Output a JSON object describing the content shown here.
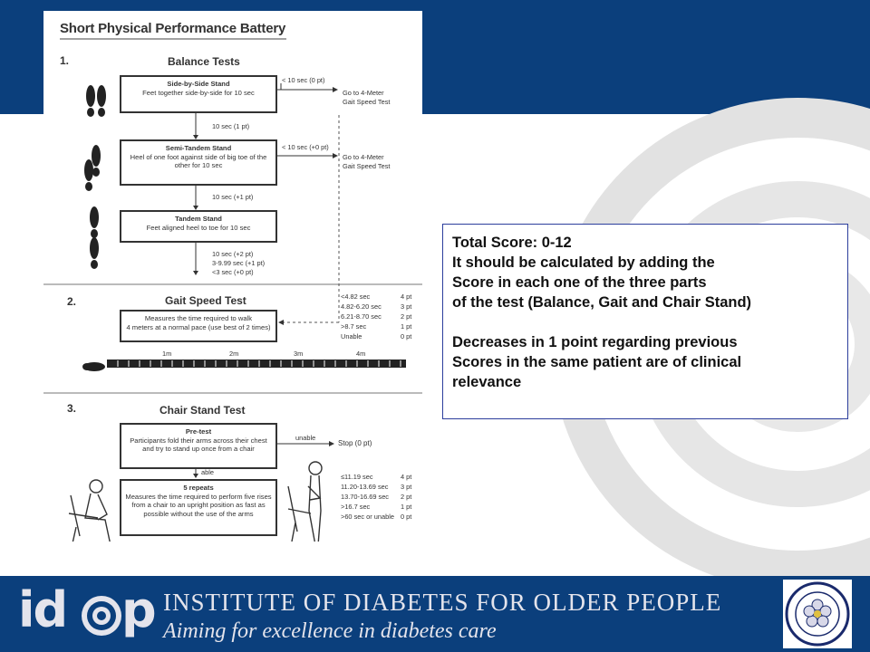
{
  "document": {
    "title": "Short Physical Performance Battery",
    "balance": {
      "number": "1.",
      "heading": "Balance Tests",
      "side_by_side": {
        "title": "Side-by-Side Stand",
        "desc": "Feet together side-by-side for 10 sec"
      },
      "semi_tandem": {
        "title": "Semi-Tandem Stand",
        "desc1": "Heel of one foot against side of big toe of the",
        "desc2": "other for 10 sec"
      },
      "tandem": {
        "title": "Tandem Stand",
        "desc": "Feet aligned heel to toe for 10 sec"
      },
      "less10_0": "< 10 sec (0 pt)",
      "less10_plus0": "< 10 sec (+0 pt)",
      "ten_1": "10 sec (1 pt)",
      "ten_plus1": "10 sec (+1 pt)",
      "tandem_scores": [
        "10 sec (+2 pt)",
        "3-9.99 sec (+1 pt)",
        "<3 sec (+0 pt)"
      ],
      "goto_line1": "Go to 4-Meter",
      "goto_line2": "Gait Speed Test"
    },
    "gait": {
      "number": "2.",
      "heading": "Gait Speed Test",
      "desc1": "Measures the time required to walk",
      "desc2": "4 meters at a normal pace (use best of 2 times)",
      "scores": [
        {
          "time": "<4.82 sec",
          "pts": "4 pt"
        },
        {
          "time": "4.82-6.20 sec",
          "pts": "3 pt"
        },
        {
          "time": "6.21-8.70 sec",
          "pts": "2 pt"
        },
        {
          "time": ">8.7 sec",
          "pts": "1 pt"
        },
        {
          "time": "Unable",
          "pts": "0 pt"
        }
      ],
      "meters": [
        "1m",
        "2m",
        "3m",
        "4m"
      ]
    },
    "chair": {
      "number": "3.",
      "heading": "Chair Stand Test",
      "pretest": {
        "title": "Pre-test",
        "desc1": "Participants fold their arms across their chest",
        "desc2": "and try to stand up once from a chair"
      },
      "unable": "unable",
      "stop": "Stop (0 pt)",
      "able": "able",
      "repeats": {
        "title": "5 repeats",
        "desc1": "Measures the time required to perform five rises",
        "desc2": "from a chair to an upright position as fast as",
        "desc3": "possible without the use of the arms"
      },
      "scores": [
        {
          "time": "≤11.19 sec",
          "pts": "4 pt"
        },
        {
          "time": "11.20-13.69 sec",
          "pts": "3 pt"
        },
        {
          "time": "13.70-16.69 sec",
          "pts": "2 pt"
        },
        {
          "time": ">16.7 sec",
          "pts": "1 pt"
        },
        {
          "time": ">60 sec or unable",
          "pts": "0 pt"
        }
      ]
    }
  },
  "callout": {
    "line1": "Total Score: 0-12",
    "line2": "It should be calculated by adding the",
    "line3": "Score in each one of the three parts",
    "line4": "of the test (Balance, Gait and Chair Stand)",
    "line5": "Decreases in 1 point regarding previous",
    "line6": "Scores in the same patient are of clinical",
    "line7": "relevance"
  },
  "footer": {
    "logo_i": "id",
    "logo_p": "p",
    "institute_name": "INSTITUTE OF DIABETES FOR OLDER PEOPLE",
    "tagline": "Aiming for excellence in diabetes care"
  },
  "colors": {
    "navy": "#0b3f7c",
    "callout_border": "#2c3e9c",
    "ring": "#dcdcdc"
  }
}
